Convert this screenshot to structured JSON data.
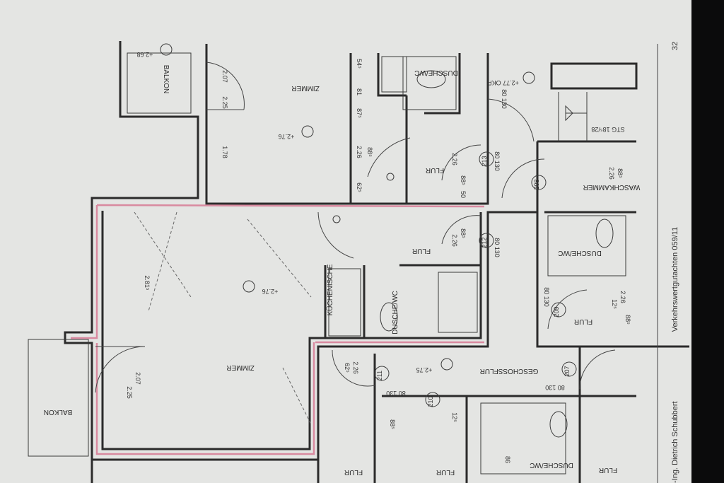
{
  "plan": {
    "rooms": {
      "balkon_top": "BALKON",
      "zimmer_top": "ZIMMER",
      "zimmer_main": "ZIMMER",
      "balkon_bottom": "BALKON",
      "flur_top": "FLUR",
      "flur_mid": "FLUR",
      "flur_right": "FLUR",
      "kuechenische": "KÜCHENISCHE",
      "dusche_wc_top": "DUSCHE/WC",
      "dusche_wc_mid": "DUSCHE/WC",
      "dusche_wc_right": "DUSCHE/WC",
      "dusche_wc_bottom": "DUSCHE/WC",
      "geschossflur": "GESCHOSSFLUR",
      "waschkammer": "WASCHKAMMER",
      "flur_bottom_1": "FLUR",
      "flur_bottom_2": "FLUR",
      "flur_bottom_3": "FLUR"
    },
    "levels": {
      "balkon_top": "+2.68",
      "zimmer_top": "+2.76",
      "zimmer_main": "+2.76",
      "geschossflur": "+2.75",
      "stair_landing": "+2.77 OKF"
    },
    "stair": "STG 18⁵/28",
    "door_numbers": [
      "213",
      "208",
      "212",
      "209",
      "211",
      "210",
      "207"
    ],
    "door_sizes": [
      "80 130",
      "80 130",
      "80 130",
      "80 130",
      "80 130",
      "80 130"
    ],
    "dimensions": [
      "2.07",
      "2.25",
      "1.78",
      "2.81⁵",
      "2.07",
      "2.25",
      "54⁵",
      "81",
      "87⁵",
      "2.26",
      "88⁵",
      "62⁵",
      "2.26",
      "88⁵",
      "50",
      "2.26",
      "88⁵",
      "2.26",
      "88⁵",
      "12⁵",
      "2.26",
      "88⁵",
      "62⁵",
      "2.26",
      "88⁵",
      "12⁵",
      "86"
    ]
  },
  "footer": {
    "author": "-Ing. Dietrich Schubbert",
    "document": "Verkehrswertgutachten 059/11",
    "page_number": "32"
  }
}
